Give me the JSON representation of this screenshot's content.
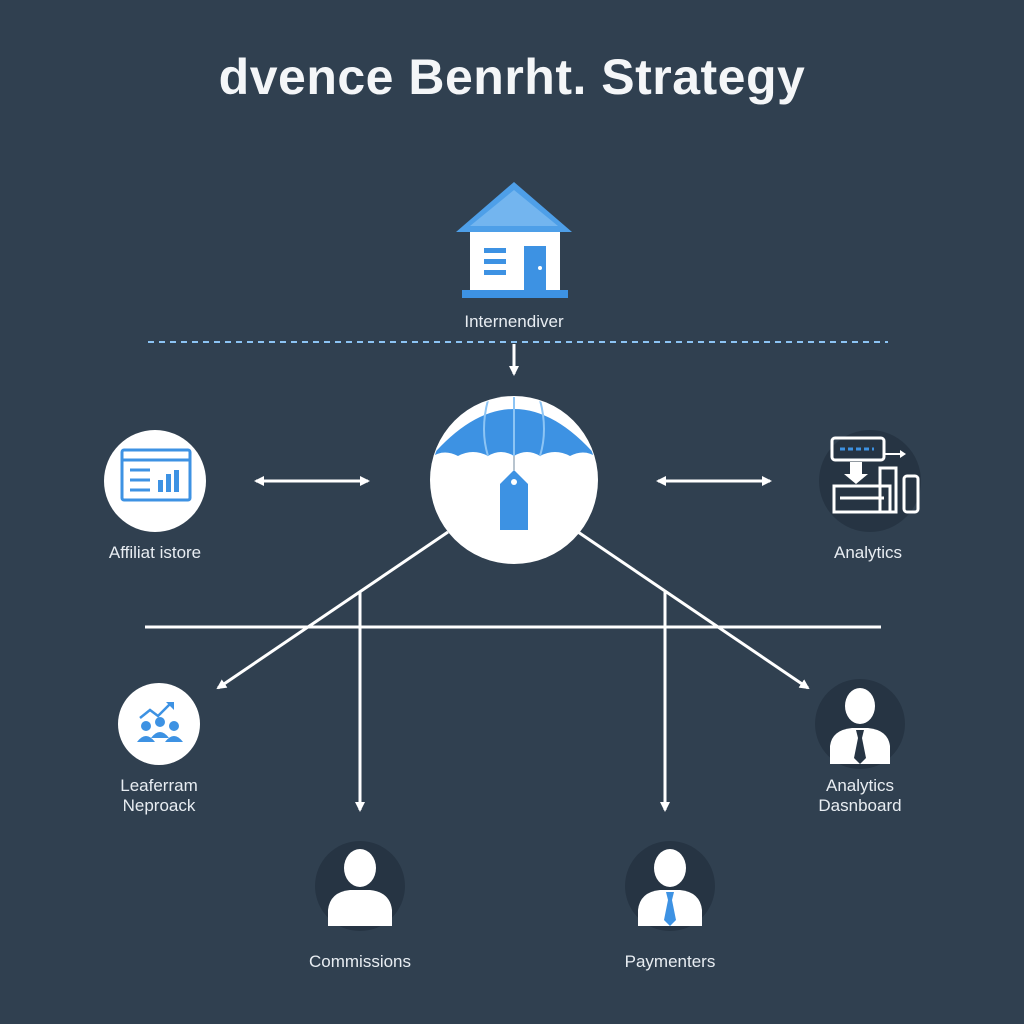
{
  "title": "dvence Benrht. Strategy",
  "colors": {
    "background": "#304050",
    "accent": "#3d92e3",
    "accent_light": "#8cc4f4",
    "line": "#ffffff",
    "dark_circle": "#263443"
  },
  "nodes": {
    "top": {
      "label": "Internendiver",
      "icon": "house-icon"
    },
    "center": {
      "icon": "parachute-tag-icon"
    },
    "left": {
      "label": "Affiliat istore",
      "icon": "web-chart-icon"
    },
    "right": {
      "label": "Analytics",
      "icon": "data-flow-icon"
    },
    "bottom_left": {
      "label_line1": "Leaferram",
      "label_line2": "Neproack",
      "icon": "team-growth-icon"
    },
    "bottom_right": {
      "label_line1": "Analytics",
      "label_line2": "Dasnboard",
      "icon": "businessman-icon"
    },
    "bottom_center_left": {
      "label": "Commissions",
      "icon": "person-icon"
    },
    "bottom_center_right": {
      "label": "Paymenters",
      "icon": "businessman-icon"
    }
  }
}
